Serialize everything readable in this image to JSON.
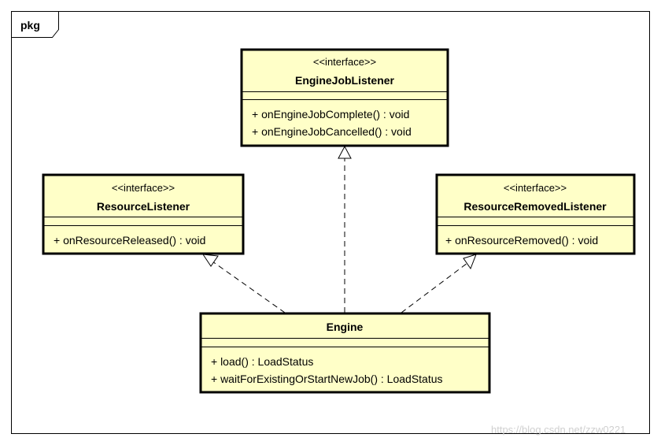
{
  "frame": {
    "label": "pkg"
  },
  "classes": {
    "engine_job_listener": {
      "stereotype": "<<interface>>",
      "name": "EngineJobListener",
      "operations": [
        "+ onEngineJobComplete() : void",
        "+ onEngineJobCancelled() : void"
      ]
    },
    "resource_listener": {
      "stereotype": "<<interface>>",
      "name": "ResourceListener",
      "operations": [
        "+ onResourceReleased() : void"
      ]
    },
    "resource_removed_listener": {
      "stereotype": "<<interface>>",
      "name": "ResourceRemovedListener",
      "operations": [
        "+ onResourceRemoved() : void"
      ]
    },
    "engine": {
      "name": "Engine",
      "operations": [
        "+ load() : LoadStatus",
        "+ waitForExistingOrStartNewJob() : LoadStatus"
      ]
    }
  },
  "relations": [
    {
      "type": "realization",
      "from": "Engine",
      "to": "EngineJobListener"
    },
    {
      "type": "realization",
      "from": "Engine",
      "to": "ResourceListener"
    },
    {
      "type": "realization",
      "from": "Engine",
      "to": "ResourceRemovedListener"
    }
  ],
  "watermark": "https://blog.csdn.net/zzw0221",
  "colors": {
    "class_fill": "#ffffc8",
    "stroke": "#000000"
  }
}
